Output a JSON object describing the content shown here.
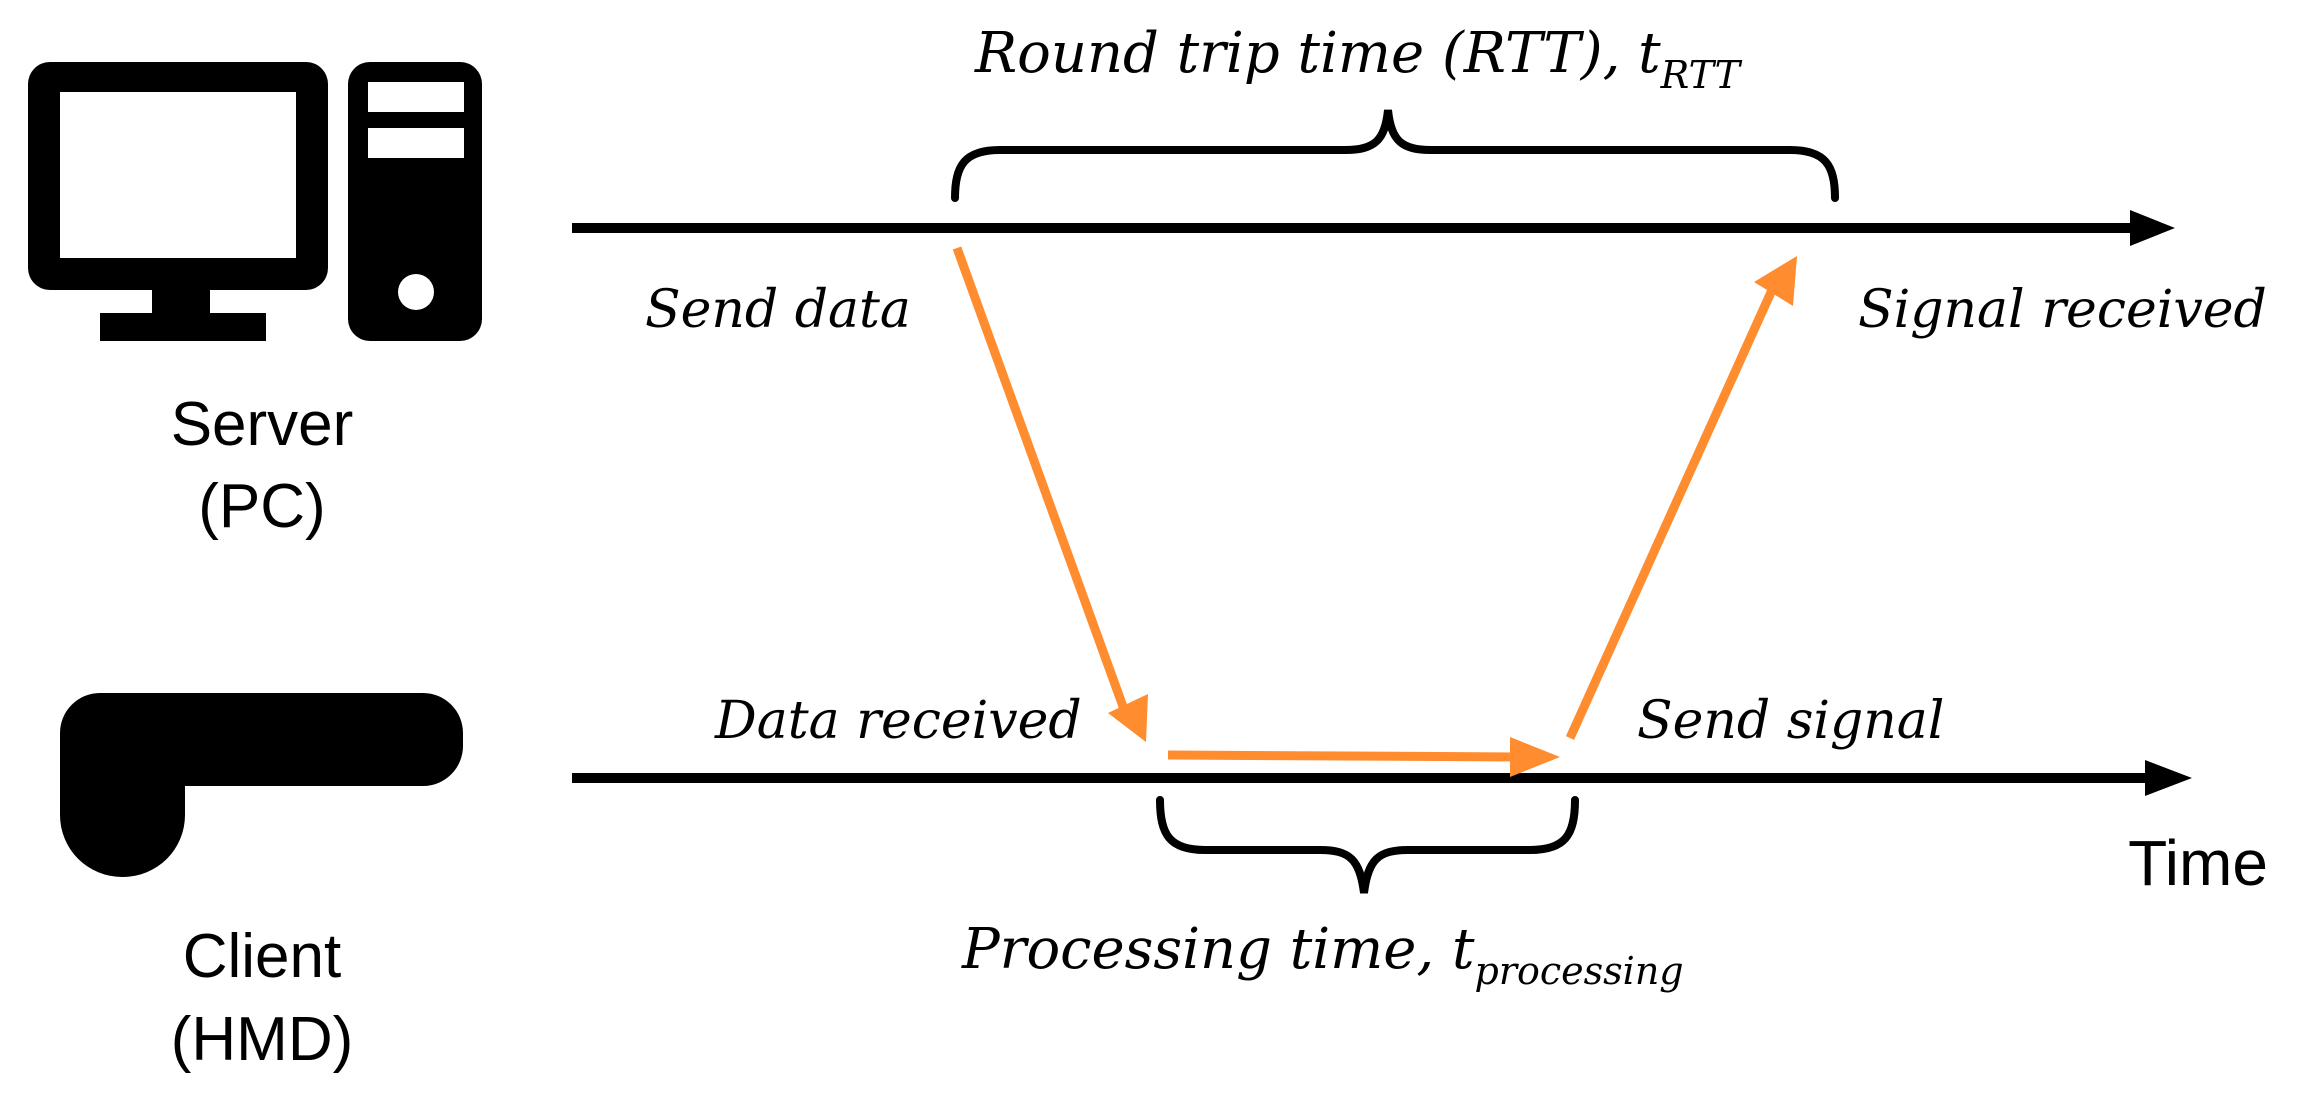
{
  "server": {
    "label_line1": "Server",
    "label_line2": "(PC)",
    "icon": "desktop-pc-icon"
  },
  "client": {
    "label_line1": "Client",
    "label_line2": "(HMD)",
    "icon": "hmd-icon"
  },
  "timeline_label": "Time",
  "events": {
    "send_data": "Send data",
    "signal_received": "Signal received",
    "data_received": "Data received",
    "send_signal": "Send signal"
  },
  "rtt": {
    "text": "Round trip time (RTT), t",
    "subscript": "RTT"
  },
  "processing": {
    "text": "Processing time, t",
    "subscript": "processing"
  },
  "colors": {
    "line": "#000000",
    "signal_arrow": "#ff8c2e",
    "background": "#ffffff"
  }
}
